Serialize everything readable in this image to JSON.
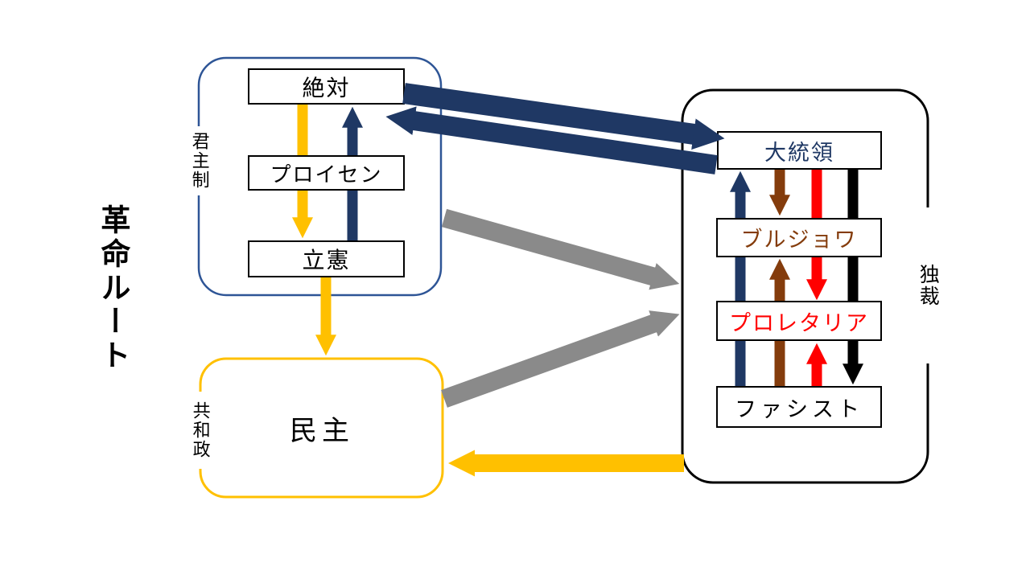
{
  "title": {
    "text": "革命ルート"
  },
  "groups": {
    "monarchy": {
      "side_label": "君主制",
      "border_color": "#2E5596"
    },
    "republic": {
      "side_label": "共和政",
      "border_color": "#FFC000"
    },
    "dictatorship": {
      "side_label": "独裁",
      "border_color": "#000000"
    }
  },
  "nodes": {
    "absolute": {
      "label": "絶対",
      "color": "#000000"
    },
    "prussia": {
      "label": "プロイセン",
      "color": "#000000"
    },
    "constitutional": {
      "label": "立憲",
      "color": "#000000"
    },
    "democracy": {
      "label": "民主",
      "color": "#000000"
    },
    "president": {
      "label": "大統領",
      "color": "#1F3864"
    },
    "bourgeois": {
      "label": "ブルジョワ",
      "color": "#843C0C"
    },
    "proletariat": {
      "label": "プロレタリア",
      "color": "#FF0000"
    },
    "fascist": {
      "label": "ファシスト",
      "color": "#000000"
    }
  },
  "arrow_colors": {
    "navy": "#1F3864",
    "yellow": "#FFC000",
    "gray": "#8A8A8A",
    "brown": "#843C0C",
    "red": "#FF0000",
    "black": "#000000"
  },
  "arrows": [
    {
      "from": "absolute",
      "to": "president",
      "color": "navy"
    },
    {
      "from": "president",
      "to": "absolute",
      "color": "navy"
    },
    {
      "from": "monarchy",
      "to": "dictatorship",
      "color": "gray"
    },
    {
      "from": "republic",
      "to": "dictatorship",
      "color": "gray"
    },
    {
      "from": "dictatorship",
      "to": "democracy",
      "color": "yellow"
    },
    {
      "from": "absolute",
      "to": "constitutional",
      "color": "yellow"
    },
    {
      "from": "constitutional",
      "to": "absolute",
      "color": "navy"
    },
    {
      "from": "constitutional",
      "to": "democracy",
      "color": "yellow"
    },
    {
      "from": "fascist",
      "to": "president",
      "color": "navy"
    },
    {
      "from": "president",
      "to": "bourgeois",
      "color": "brown"
    },
    {
      "from": "fascist",
      "to": "bourgeois",
      "color": "brown"
    },
    {
      "from": "president",
      "to": "proletariat",
      "color": "red"
    },
    {
      "from": "fascist",
      "to": "proletariat",
      "color": "red"
    },
    {
      "from": "president",
      "to": "fascist",
      "color": "black"
    }
  ]
}
